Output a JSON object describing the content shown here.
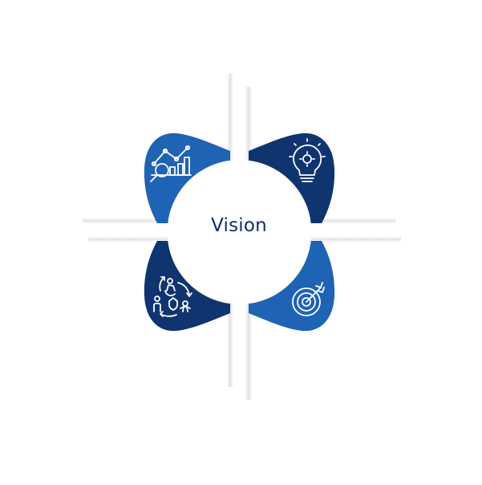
{
  "center": {
    "label": "Vision"
  },
  "colors": {
    "petal_light": "#1f63b5",
    "petal_dark": "#0f3470",
    "label": "#0f2f66",
    "divider_shadow": "#e4e4e7",
    "icon_stroke": "#ffffff"
  },
  "petals": [
    {
      "position": "top-left",
      "icon": "data-analysis-icon",
      "color": "petal_light"
    },
    {
      "position": "top-right",
      "icon": "lightbulb-gear-icon",
      "color": "petal_dark"
    },
    {
      "position": "bottom-left",
      "icon": "people-cycle-icon",
      "color": "petal_dark"
    },
    {
      "position": "bottom-right",
      "icon": "target-arrow-icon",
      "color": "petal_light"
    }
  ]
}
